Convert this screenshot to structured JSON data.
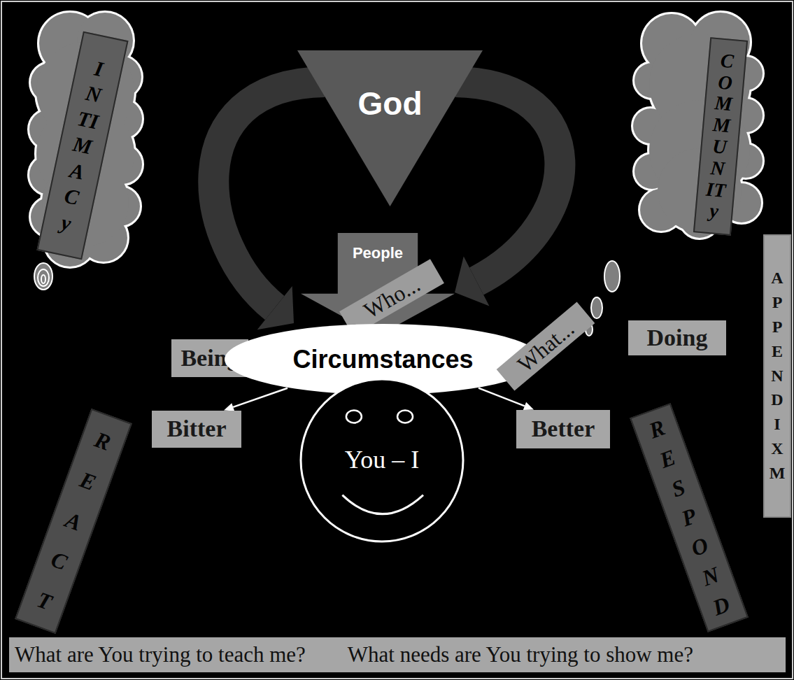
{
  "diagram": {
    "nodes": [
      {
        "text": [
          "INTIMACy"
        ]
      },
      {
        "text": [
          "God"
        ]
      },
      {
        "text": [
          "COMMUNITy"
        ]
      },
      {
        "text": [
          "People"
        ]
      },
      {
        "text": [
          "Who..."
        ]
      },
      {
        "text": [
          "APPENDIX M"
        ]
      },
      {
        "text": [
          "Being"
        ]
      },
      {
        "text": [
          "Doing"
        ]
      },
      {
        "text": [
          "Circumstances"
        ]
      },
      {
        "text": [
          "What..."
        ]
      },
      {
        "text": [
          "REACT"
        ]
      },
      {
        "text": [
          "RESPOND"
        ]
      },
      {
        "text": [
          "Bitter"
        ]
      },
      {
        "text": [
          "You – I"
        ]
      },
      {
        "text": [
          "Better"
        ]
      },
      {
        "text": [
          "What are You trying to teach me?",
          "What needs are You trying to show me?"
        ]
      }
    ],
    "edges": [
      {
        "from": 1,
        "to": 8,
        "arrow": "to"
      },
      {
        "from": 1,
        "to": 3,
        "arrow": "to"
      },
      {
        "from": 8,
        "to": 12,
        "arrow": "to"
      },
      {
        "from": 8,
        "to": 14,
        "arrow": "to"
      }
    ]
  }
}
